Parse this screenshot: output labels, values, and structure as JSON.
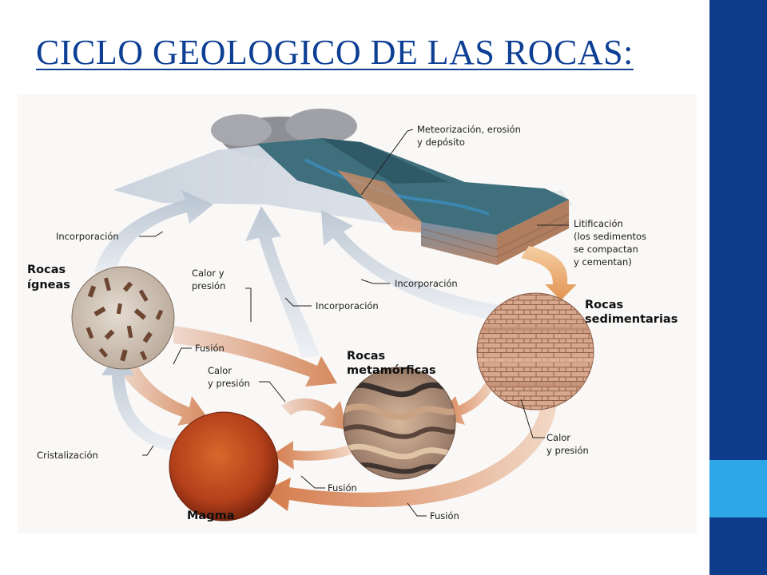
{
  "title": "CICLO GEOLOGICO DE LAS ROCAS:",
  "colors": {
    "title": "#0d3f94",
    "side_bar": "#0e3c8a",
    "side_accent": "#2ea7e8"
  },
  "nodes": {
    "igneas": [
      "Rocas",
      "ígneas"
    ],
    "sedimentarias": [
      "Rocas",
      "sedimentarias"
    ],
    "metamorficas": [
      "Rocas",
      "metamórficas"
    ],
    "magma": "Magma"
  },
  "labels": {
    "meteorizacion": [
      "Meteorización, erosión",
      "y depósito"
    ],
    "litificacion": [
      "Litificación",
      "(los sedimentos",
      "se compactan",
      "y cementan)"
    ],
    "incorporacion_top": "Incorporación",
    "incorporacion_mid": "Incorporación",
    "incorporacion_low": "Incorporación",
    "calor_presion_1": [
      "Calor y",
      "presión"
    ],
    "calor_presion_2": [
      "Calor",
      "y presión"
    ],
    "calor_presion_3": [
      "Calor",
      "y presión"
    ],
    "fusion_1": "Fusión",
    "fusion_2": "Fusión",
    "fusion_3": "Fusión",
    "cristalizacion": "Cristalización"
  }
}
